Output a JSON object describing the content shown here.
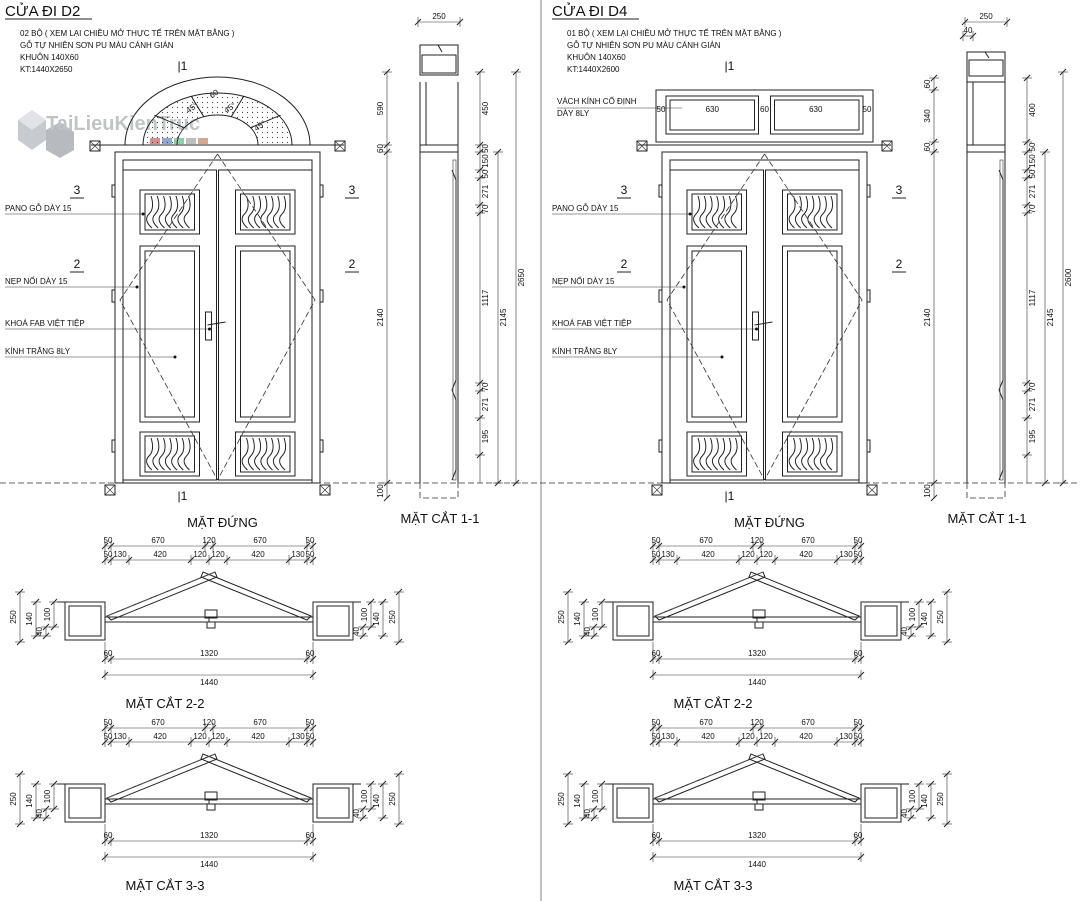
{
  "doors": [
    {
      "title": "CỬA ĐI D2",
      "notes": [
        "02 BỘ ( XEM LẠI CHIỀU MỞ THỰC TẾ TRÊN MẶT BẰNG )",
        "GỖ TỰ NHIÊN SƠN PU MÀU CÁNH GIÁN",
        "KHUÔN 140X60",
        "KT:1440X2650"
      ],
      "top": "arch",
      "callouts": [
        "PANO GỖ DÀY 15",
        "NẸP NỐI DÀY 15",
        "KHOÁ FAB VIỆT TIỆP",
        "KÍNH TRẮNG 8LY"
      ],
      "fan_labels": [
        "60",
        "45°",
        "45°",
        "45°"
      ],
      "transom_label": "",
      "transom_dims": [],
      "elev_dims": [
        "590",
        "60",
        "2140"
      ],
      "sec_dims": [
        "450",
        "50",
        "150",
        "50",
        "271",
        "70",
        "1117",
        "70",
        "271",
        "195",
        "2145"
      ],
      "sec_top_dims": [
        "250"
      ],
      "total": "2650",
      "bottom_dim": "100",
      "sec_nums": [
        "3",
        "2",
        "1"
      ],
      "elev_label": "MẶT ĐỨNG",
      "section_label": "MẶT CẮT 1-1"
    },
    {
      "title": "CỬA ĐI D4",
      "notes": [
        "01 BỘ ( XEM LẠI CHIỀU MỞ THỰC TẾ TRÊN MẶT BẰNG )",
        "GỖ TỰ NHIÊN SƠN PU MÀU CÁNH GIÁN",
        "KHUÔN 140X60",
        "KT:1440X2600"
      ],
      "top": "transom",
      "callouts": [
        "PANO GỖ DÀY 15",
        "NẸP NỐI DÀY 15",
        "KHOÁ FAB VIỆT TIỆP",
        "KÍNH TRẮNG 8LY"
      ],
      "fan_labels": [],
      "transom_label": [
        "VÁCH KÍNH CỐ ĐỊNH",
        "DÀY 8LY"
      ],
      "transom_dims": [
        "50",
        "630",
        "60",
        "630",
        "50"
      ],
      "elev_dims": [
        "60",
        "340",
        "60",
        "2140"
      ],
      "sec_dims": [
        "400",
        "50",
        "150",
        "50",
        "271",
        "70",
        "1117",
        "70",
        "271",
        "195",
        "2145"
      ],
      "sec_top_dims": [
        "250",
        "40"
      ],
      "total": "2600",
      "bottom_dim": "100",
      "sec_nums": [
        "3",
        "2",
        "1"
      ],
      "elev_label": "MẶT ĐỨNG",
      "section_label": "MẶT CẮT 1-1"
    }
  ],
  "plan_sections": [
    {
      "label": "MẶT CẮT 2-2",
      "top_row": [
        "50",
        "670",
        "120",
        "670",
        "50"
      ],
      "row2": [
        "50",
        "130",
        "420",
        "120",
        "120",
        "420",
        "130",
        "50"
      ],
      "left_dims": [
        "250",
        "140",
        "40",
        "100"
      ],
      "right_dims": [
        "40",
        "100",
        "140",
        "250"
      ],
      "bottom_row": [
        "60",
        "1320",
        "60"
      ],
      "total": "1440"
    },
    {
      "label": "MẶT CẮT 3-3",
      "top_row": [
        "50",
        "670",
        "120",
        "670",
        "50"
      ],
      "row2": [
        "50",
        "130",
        "420",
        "120",
        "120",
        "420",
        "130",
        "50"
      ],
      "left_dims": [
        "250",
        "140",
        "40",
        "100"
      ],
      "right_dims": [
        "40",
        "100",
        "140",
        "250"
      ],
      "bottom_row": [
        "60",
        "1320",
        "60"
      ],
      "total": "1440"
    }
  ],
  "watermark": "TaiLieuKienTruc"
}
